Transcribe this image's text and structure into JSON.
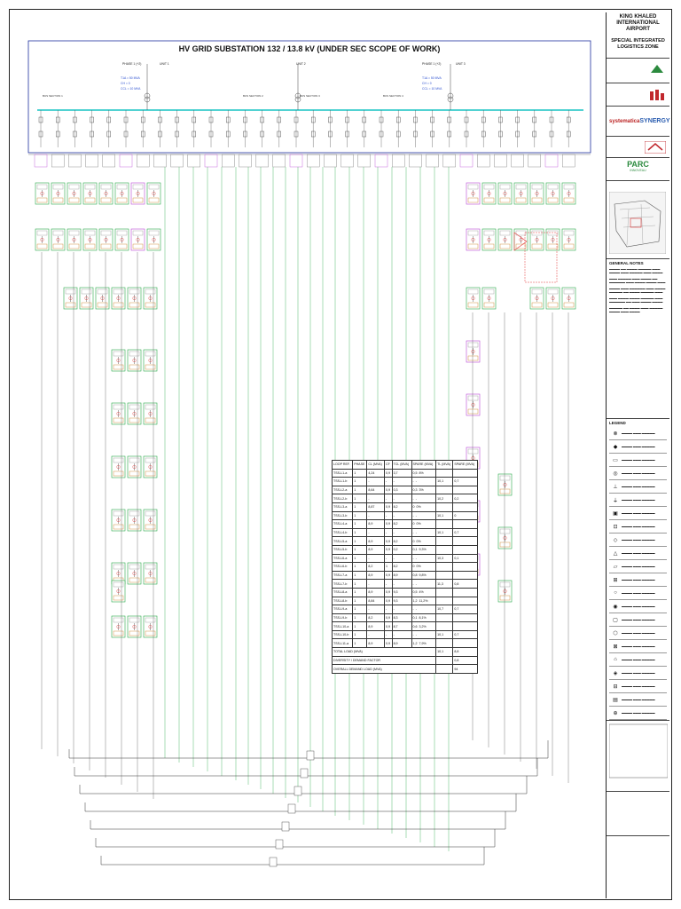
{
  "diagram": {
    "title": "HV GRID SUBSTATION 132 / 13.8 kV (UNDER SEC SCOPE OF WORK)",
    "phase_labels": [
      "PHASE 1 (+2)",
      "PHASE 1 (+2)"
    ],
    "unit_labels": [
      "UNIT 1",
      "UNIT 2",
      "UNIT 3"
    ],
    "capacities": [
      {
        "l1": "T1A = 50 MVA",
        "l2": "CH = 0",
        "l3": "CCL = 10 MVA"
      },
      {
        "l1": "T1A = 50 MVA",
        "l2": "CH = 0",
        "l3": "CCL = 10 MVA"
      }
    ],
    "busbars": [
      "BUS SECTION 1",
      "BUS SECTION 2",
      "BUS SECTION 3",
      "BUS SECTION 4"
    ],
    "spare_label": "SPARE",
    "colors": {
      "busbar": "#19c3c3",
      "feeder": "#2aa84a",
      "ring": "#b84ad6",
      "outline": "#1f2f9e",
      "highlight": "#e53d3d"
    }
  },
  "load_table": {
    "headers": [
      "LOOP REF.",
      "PHASE",
      "CL (MVA)",
      "CF",
      "TCL (MVA)",
      "SPARE (MVA)",
      "TL (MVA)",
      "SPARE (MVA)"
    ],
    "rows": [
      [
        "TSS-L1-a",
        "1",
        "4,24",
        "0,9",
        "3,7",
        "0,5",
        "8%",
        "",
        ""
      ],
      [
        "TSS-L1-b",
        "1",
        "-",
        "-",
        "-",
        "-",
        "-",
        "10,1",
        "0,7"
      ],
      [
        "TSS-L2-a",
        "1",
        "8,64",
        "0,9",
        "0,3",
        "0,3",
        "3%",
        "",
        ""
      ],
      [
        "TSS-L2-b",
        "1",
        "-",
        "-",
        "-",
        "-",
        "-",
        "10,2",
        "0,2"
      ],
      [
        "TSS-L3-a",
        "1",
        "8,87",
        "0,9",
        "8,2",
        "0",
        "0%",
        "",
        ""
      ],
      [
        "TSS-L3-b",
        "1",
        "-",
        "-",
        "-",
        "-",
        "-",
        "10,1",
        "0"
      ],
      [
        "TSS-L4-a",
        "1",
        "8,9",
        "0,9",
        "8,2",
        "0",
        "0%",
        "",
        ""
      ],
      [
        "TSS-L4-b",
        "1",
        "-",
        "-",
        "-",
        "-",
        "-",
        "10,1",
        "0,7"
      ],
      [
        "TSS-L5-a",
        "1",
        "8,9",
        "0,9",
        "8,2",
        "0",
        "0%",
        "",
        ""
      ],
      [
        "TSS-L5-b",
        "1",
        "8,9",
        "0,9",
        "0,2",
        "0,1",
        "9,3%",
        "",
        ""
      ],
      [
        "TSS-L6-a",
        "1",
        "-",
        "-",
        "-",
        "-",
        "-",
        "10,3",
        "0,1"
      ],
      [
        "TSS-L6-b",
        "1",
        "8,2",
        "1",
        "8,2",
        "0",
        "0%",
        "",
        ""
      ],
      [
        "TSS-L7-a",
        "1",
        "8,9",
        "0,9",
        "8,9",
        "0,8",
        "9,8%",
        "",
        ""
      ],
      [
        "TSS-L7-b",
        "1",
        "-",
        "-",
        "-",
        "-",
        "-",
        "11,3",
        "0,8"
      ],
      [
        "TSS-L8-a",
        "1",
        "8,9",
        "0,9",
        "9,3",
        "0,5",
        "4%",
        "",
        ""
      ],
      [
        "TSS-L8-b",
        "1",
        "8,84",
        "0,9",
        "9,3",
        "1,2",
        "11,2%",
        "",
        ""
      ],
      [
        "TSS-L9-a",
        "1",
        "-",
        "-",
        "-",
        "-",
        "-",
        "10,7",
        "0,7"
      ],
      [
        "TSS-L9-b",
        "1",
        "8,2",
        "0,9",
        "8,3",
        "0,1",
        "8,1%",
        "",
        ""
      ],
      [
        "TSS-L10-a",
        "1",
        "8,9",
        "0,9",
        "8,7",
        "0,6",
        "3,2%",
        "",
        ""
      ],
      [
        "TSS-L10-b",
        "1",
        "-",
        "-",
        "-",
        "-",
        "-",
        "10,1",
        "0,7"
      ],
      [
        "TSS-L11-a",
        "1",
        "8,9",
        "0,9",
        "8,9",
        "1,2",
        "7,9%",
        "",
        ""
      ]
    ],
    "totals": [
      {
        "label": "TOTAL LOAD (MVA)",
        "tl": "10,1",
        "spare": "8,8"
      },
      {
        "label": "DIVERSITY / DEMAND FACTOR",
        "tl": "",
        "spare": "0,8"
      },
      {
        "label": "OVERALL DEMAND LOAD (MVA)",
        "tl": "",
        "spare": "94"
      }
    ]
  },
  "title_block": {
    "client_line1": "KING KHALED",
    "client_line2": "INTERNATIONAL AIRPORT",
    "project_line1": "SPECIAL INTEGRATED",
    "project_line2": "LOGISTICS ZONE",
    "logo1": "systematica",
    "logo2": "SYNERGY",
    "logo3": "PARC",
    "logo3_sub": "INNOVEAU",
    "general_notes_title": "GENERAL NOTES",
    "legend_title": "LEGEND"
  }
}
